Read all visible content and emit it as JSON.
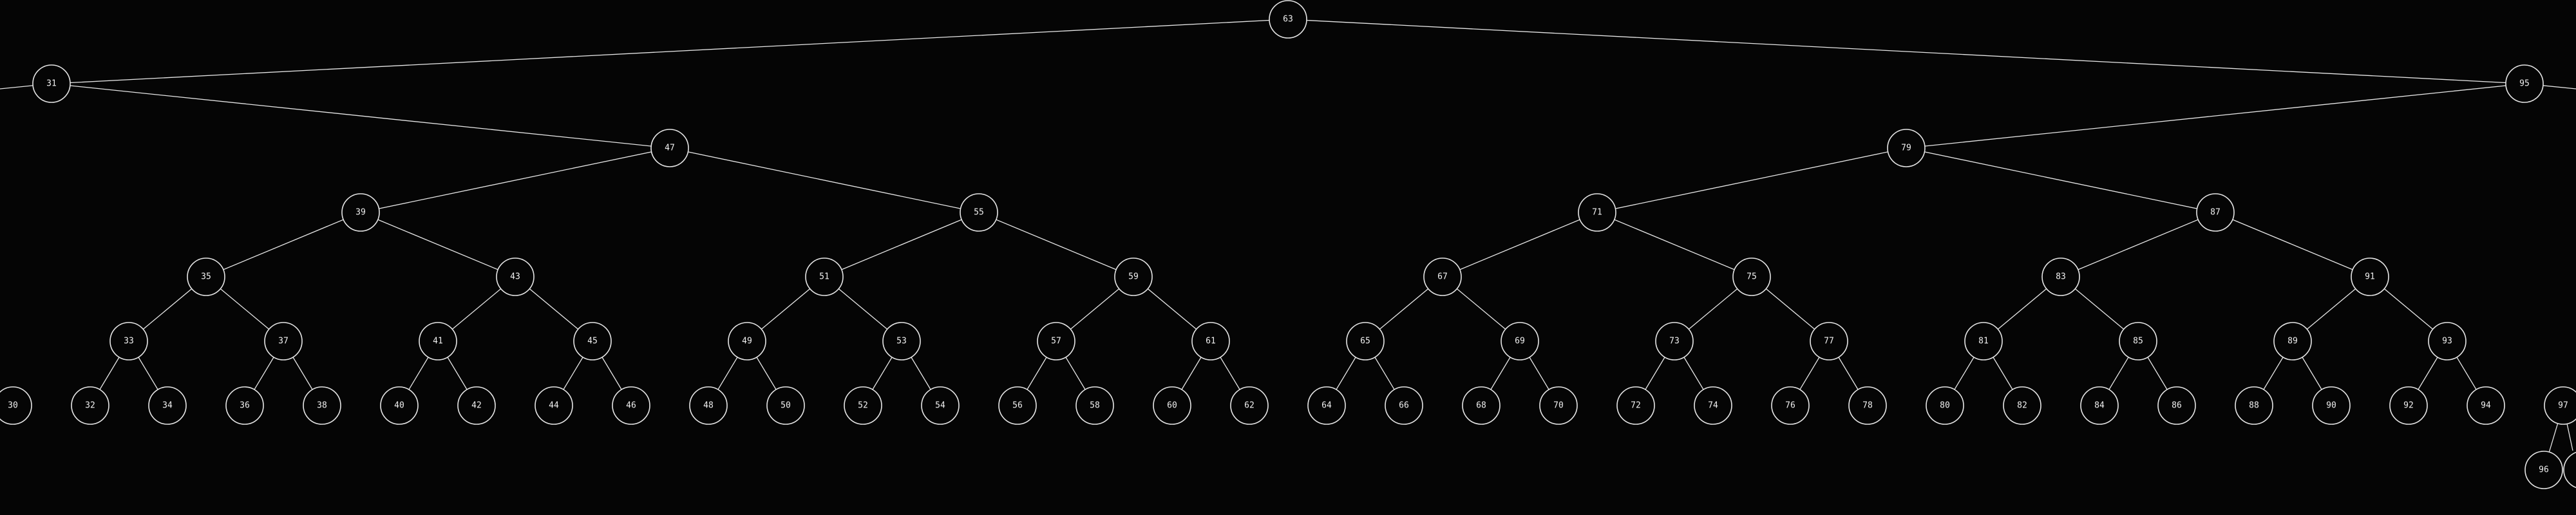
{
  "tree": {
    "root": "63",
    "edges": [
      [
        "63",
        "31"
      ],
      [
        "63",
        "95"
      ],
      [
        "31",
        "47"
      ],
      [
        "47",
        "39"
      ],
      [
        "47",
        "55"
      ],
      [
        "39",
        "35"
      ],
      [
        "39",
        "43"
      ],
      [
        "55",
        "51"
      ],
      [
        "55",
        "59"
      ],
      [
        "35",
        "33"
      ],
      [
        "35",
        "37"
      ],
      [
        "43",
        "41"
      ],
      [
        "43",
        "45"
      ],
      [
        "51",
        "49"
      ],
      [
        "51",
        "53"
      ],
      [
        "59",
        "57"
      ],
      [
        "59",
        "61"
      ],
      [
        "33",
        "32"
      ],
      [
        "33",
        "34"
      ],
      [
        "37",
        "36"
      ],
      [
        "37",
        "38"
      ],
      [
        "41",
        "40"
      ],
      [
        "41",
        "42"
      ],
      [
        "45",
        "44"
      ],
      [
        "45",
        "46"
      ],
      [
        "49",
        "48"
      ],
      [
        "49",
        "50"
      ],
      [
        "53",
        "52"
      ],
      [
        "53",
        "54"
      ],
      [
        "57",
        "56"
      ],
      [
        "57",
        "58"
      ],
      [
        "61",
        "60"
      ],
      [
        "61",
        "62"
      ],
      [
        "95",
        "79"
      ],
      [
        "79",
        "71"
      ],
      [
        "79",
        "87"
      ],
      [
        "71",
        "67"
      ],
      [
        "71",
        "75"
      ],
      [
        "87",
        "83"
      ],
      [
        "87",
        "91"
      ],
      [
        "67",
        "65"
      ],
      [
        "67",
        "69"
      ],
      [
        "75",
        "73"
      ],
      [
        "75",
        "77"
      ],
      [
        "83",
        "81"
      ],
      [
        "83",
        "85"
      ],
      [
        "91",
        "89"
      ],
      [
        "91",
        "93"
      ],
      [
        "65",
        "64"
      ],
      [
        "65",
        "66"
      ],
      [
        "69",
        "68"
      ],
      [
        "69",
        "70"
      ],
      [
        "73",
        "72"
      ],
      [
        "73",
        "74"
      ],
      [
        "77",
        "76"
      ],
      [
        "77",
        "78"
      ],
      [
        "81",
        "80"
      ],
      [
        "81",
        "82"
      ],
      [
        "85",
        "84"
      ],
      [
        "85",
        "86"
      ],
      [
        "89",
        "88"
      ],
      [
        "89",
        "90"
      ],
      [
        "93",
        "92"
      ],
      [
        "93",
        "94"
      ],
      [
        "97",
        "96"
      ]
    ]
  }
}
